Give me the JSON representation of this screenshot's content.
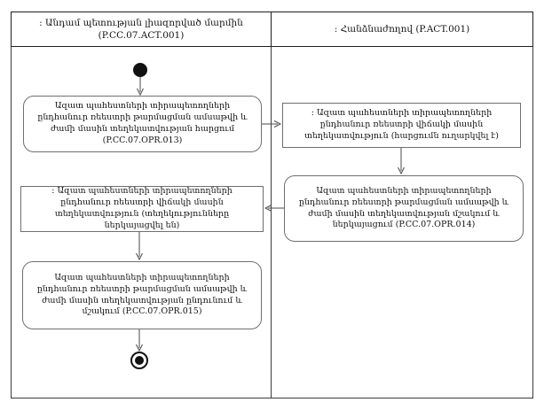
{
  "diagram": {
    "lanes": [
      {
        "line1": ": Անդամ պետության լիազորված մարմին",
        "line2": "(P.CC.07.ACT.001)"
      },
      {
        "line1": ": Հանձնաժողով (P.ACT.001)",
        "line2": ""
      }
    ],
    "nodes": {
      "action1": "Ազատ պահեստների տիրապետողների ընդհանուր ռեեստրի թարմացման ամսաթվի և ժամի մասին տեղեկատվության հարցում (P.CC.07.OPR.013)",
      "object1": ": Ազատ պահեստների տիրապետողների ընդհանուր ռեեստրի վիճակի մասին տեղեկատվություն (հարցումն ուղարկվել է)",
      "action2": "Ազատ պահեստների տիրապետողների ընդհանուր ռեեստրի թարմացման ամսաթվի և ժամի մասին տեղեկատվության մշակում և ներկայացում (P.CC.07.OPR.014)",
      "object2": ": Ազատ պահեստների տիրապետողների ընդհանուր ռեեստրի վիճակի մասին տեղեկատվություն (տեղեկությունները ներկայացվել են)",
      "action3": "Ազատ պահեստների տիրապետողների ընդհանուր ռեեստրի թարմացման ամսաթվի և ժամի մասին տեղեկատվության ընդունում և մշակում (P.CC.07.OPR.015)"
    },
    "colors": {
      "frame": "#1f1f1f",
      "node_border": "#6f6f6f",
      "connector": "#4a4a4a",
      "text": "#111111",
      "background": "#ffffff"
    }
  }
}
